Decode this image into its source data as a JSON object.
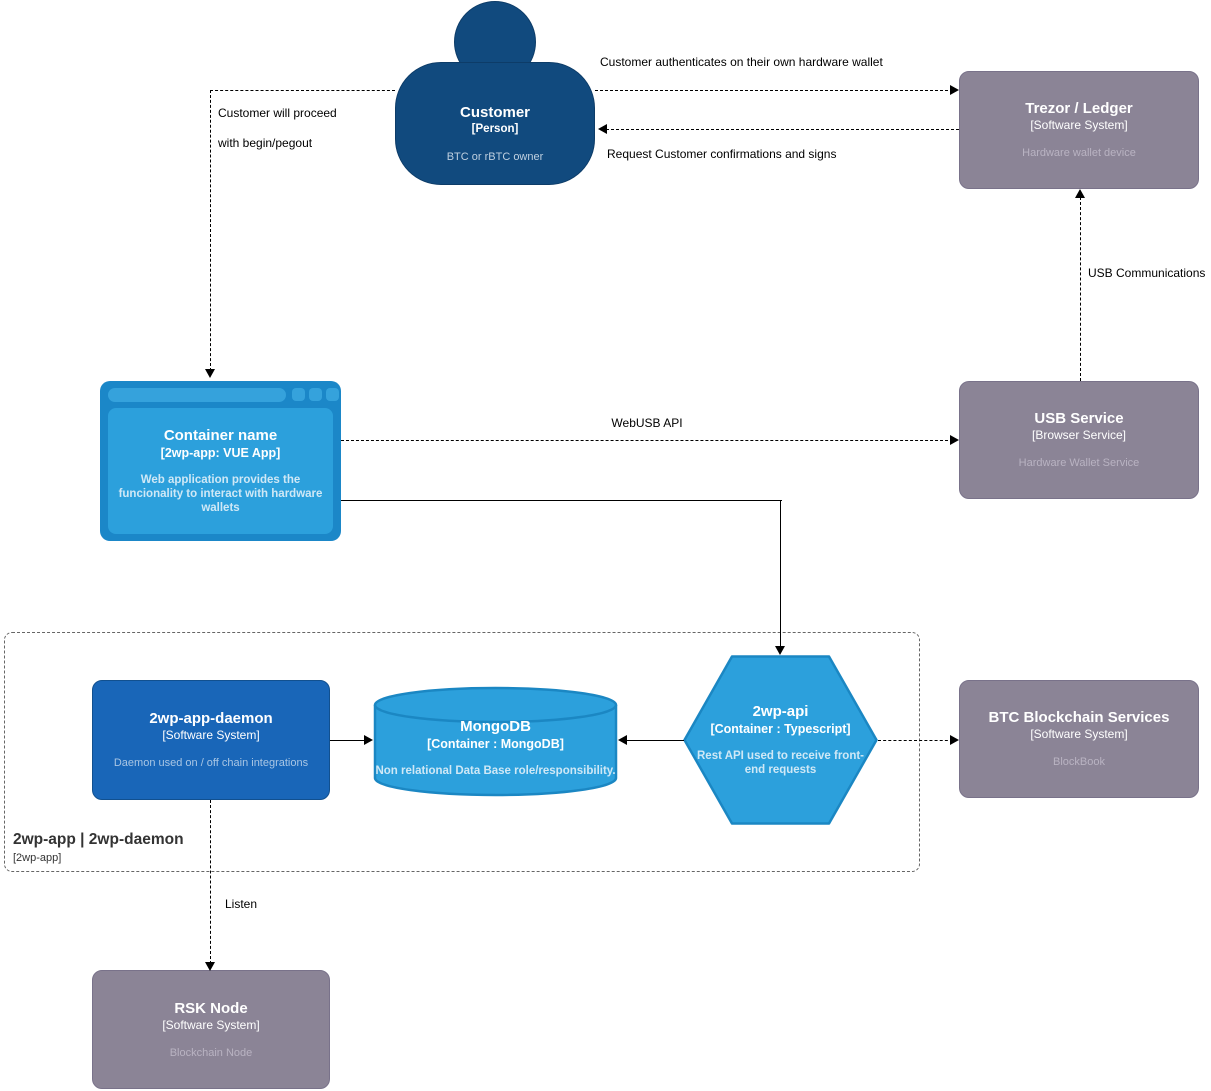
{
  "diagram": {
    "nodes": {
      "customer": {
        "title": "Customer",
        "meta": "[Person]",
        "desc": "BTC or rBTC owner"
      },
      "trezor": {
        "title": "Trezor / Ledger",
        "meta": "[Software System]",
        "desc": "Hardware wallet device"
      },
      "container": {
        "title": "Container name",
        "meta": "[2wp-app: VUE App]",
        "desc": "Web application provides the funcionality to interact with hardware wallets"
      },
      "usb_service": {
        "title": "USB Service",
        "meta": "[Browser Service]",
        "desc": "Hardware Wallet Service"
      },
      "daemon": {
        "title": "2wp-app-daemon",
        "meta": "[Software System]",
        "desc": "Daemon used on / off chain integrations"
      },
      "mongodb": {
        "title": "MongoDB",
        "meta": "[Container : MongoDB]",
        "desc": "Non relational Data Base role/responsibility."
      },
      "api": {
        "title": "2wp-api",
        "meta": "[Container : Typescript]",
        "desc": "Rest API used to receive front-end requests"
      },
      "btc": {
        "title": "BTC Blockchain Services",
        "meta": "[Software System]",
        "desc": "BlockBook"
      },
      "rsk": {
        "title": "RSK Node",
        "meta": "[Software System]",
        "desc": "Blockchain Node"
      },
      "boundary": {
        "title": "2wp-app | 2wp-daemon",
        "meta": "[2wp-app]"
      }
    },
    "edges": {
      "auth": "Customer authenticates on their own hardware wallet",
      "request": "Request Customer confirmations and signs",
      "proceed_1": "Customer will proceed",
      "proceed_2": "with begin/pegout",
      "usb_comm": "USB Communications",
      "webusb": "WebUSB API",
      "listen": "Listen"
    },
    "colors": {
      "person_blue": "#114a7e",
      "system_gray": "#8b8496",
      "daemon_blue": "#1966b8",
      "container_light_blue": "#2ca0dc",
      "container_frame_blue": "#1b87c8",
      "shape_stroke_blue": "#1b87c3",
      "edge_black": "#000000",
      "boundary_gray": "#666666"
    }
  }
}
